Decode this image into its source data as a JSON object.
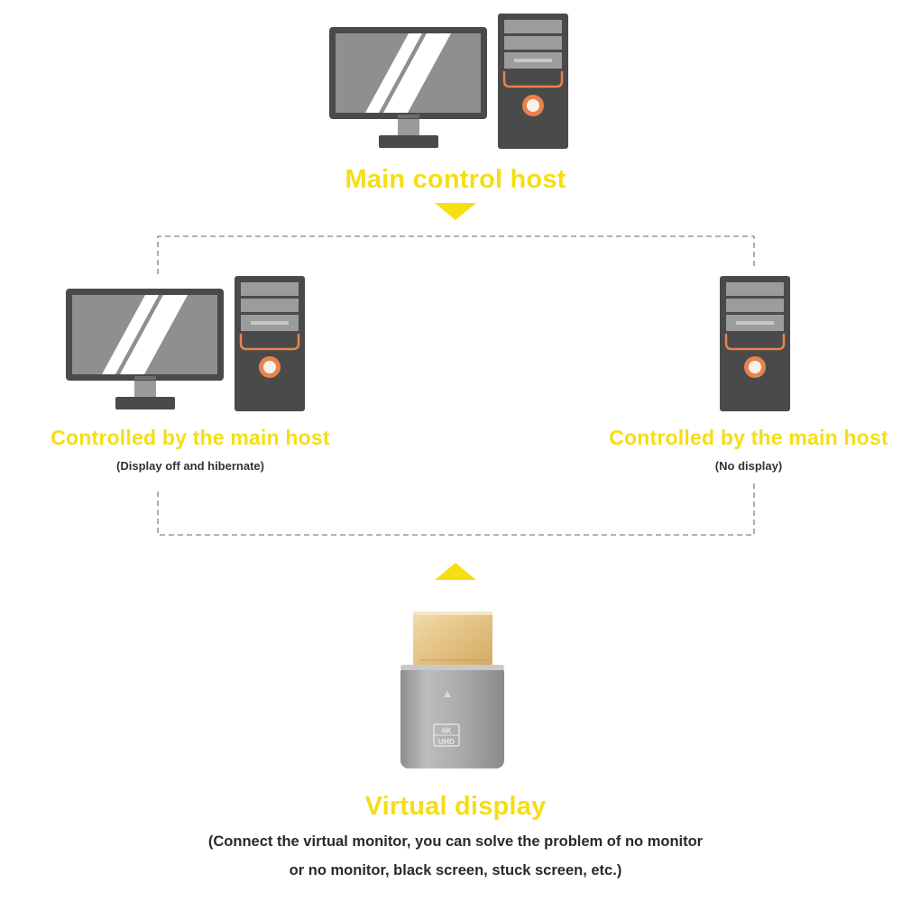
{
  "main_host": {
    "title": "Main control host"
  },
  "left_host": {
    "title": "Controlled by the main host",
    "subtitle": "(Display off and hibernate)"
  },
  "right_host": {
    "title": "Controlled by the main host",
    "subtitle": "(No display)"
  },
  "virtual_display": {
    "title": "Virtual display",
    "description_line1": "(Connect the virtual monitor, you can solve the problem of no monitor",
    "description_line2": "or no monitor, black screen, stuck screen, etc.)",
    "badge_top": "4K",
    "badge_bottom": "UHD"
  },
  "colors": {
    "accent_yellow": "#f5de13",
    "device_dark": "#4a4a4a",
    "screen_gray": "#8f8f8f",
    "power_orange": "#e8834e",
    "connector_gold": "#e8c889",
    "adapter_silver": "#a7a7a7"
  }
}
